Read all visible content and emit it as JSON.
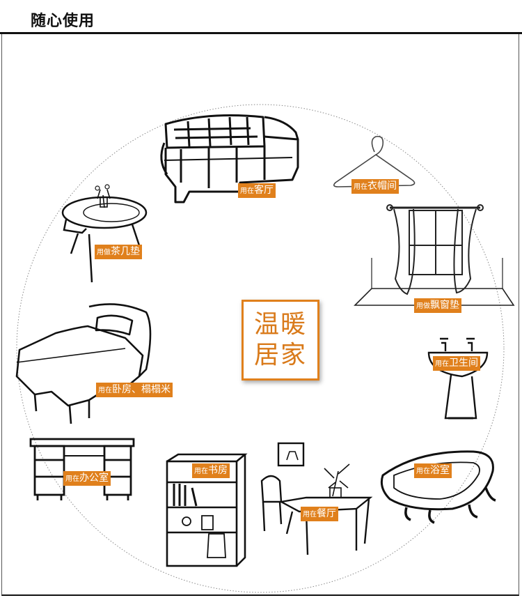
{
  "header": {
    "title": "随心使用"
  },
  "center": {
    "line1": "温暖",
    "line2": "居家"
  },
  "colors": {
    "accent": "#e0801c"
  },
  "items": [
    {
      "name": "sofa",
      "prefix": "用在",
      "place": "客厅",
      "icon": "sofa-icon"
    },
    {
      "name": "hanger",
      "prefix": "用在",
      "place": "衣帽间",
      "icon": "hanger-icon"
    },
    {
      "name": "tea-table",
      "prefix": "用做",
      "place": "茶几垫",
      "icon": "tea-table-icon"
    },
    {
      "name": "window",
      "prefix": "用做",
      "place": "飘窗垫",
      "icon": "window-curtain-icon"
    },
    {
      "name": "bed",
      "prefix": "用在",
      "place": "卧房、榻榻米",
      "icon": "bed-icon"
    },
    {
      "name": "sink",
      "prefix": "用在",
      "place": "卫生间",
      "icon": "sink-icon"
    },
    {
      "name": "desk",
      "prefix": "用在",
      "place": "办公室",
      "icon": "desk-icon"
    },
    {
      "name": "bookshelf",
      "prefix": "用在",
      "place": "书房",
      "icon": "bookshelf-icon"
    },
    {
      "name": "dining",
      "prefix": "用在",
      "place": "餐厅",
      "icon": "dining-table-icon"
    },
    {
      "name": "bathtub",
      "prefix": "用在",
      "place": "浴室",
      "icon": "bathtub-icon"
    }
  ]
}
